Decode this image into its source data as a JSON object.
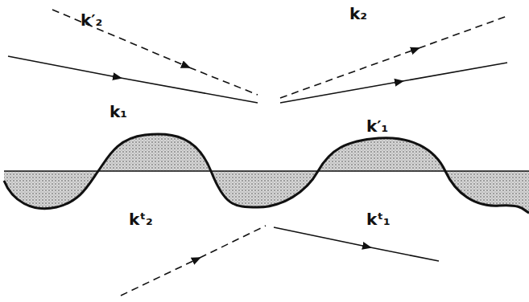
{
  "diagram": {
    "labels": [
      "k′₂",
      "k₂",
      "k₁",
      "k′₁",
      "kᵗ₂",
      "kᵗ₁"
    ]
  }
}
